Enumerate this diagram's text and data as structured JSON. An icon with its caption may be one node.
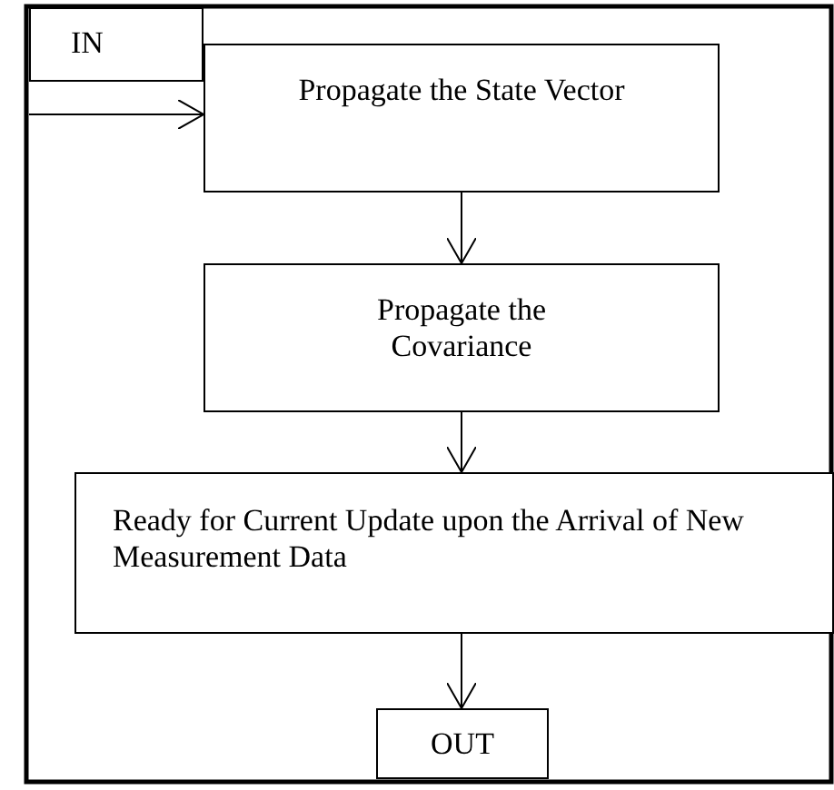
{
  "diagram": {
    "nodes": [
      {
        "text": [
          "IN"
        ]
      },
      {
        "text": [
          "Propagate the State Vector"
        ]
      },
      {
        "text": [
          "Propagate the Covariance"
        ]
      },
      {
        "text": [
          "Ready for Current Update upon the Arrival of New Measurement Data"
        ]
      },
      {
        "text": [
          "OUT"
        ]
      }
    ],
    "edges": [
      {
        "from": null,
        "to": 1,
        "arrow": "to"
      },
      {
        "from": 1,
        "to": 2,
        "arrow": "to"
      },
      {
        "from": 2,
        "to": 3,
        "arrow": "to"
      },
      {
        "from": 3,
        "to": 4,
        "arrow": "to"
      }
    ]
  }
}
